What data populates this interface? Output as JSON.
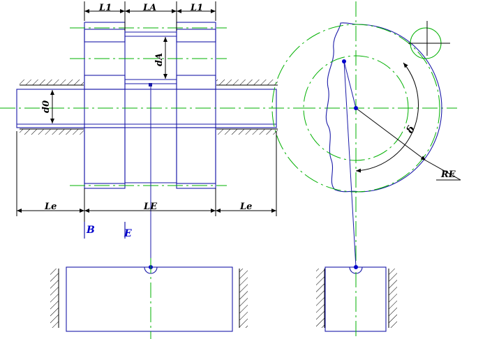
{
  "labels": {
    "L1_top_left": "L1",
    "LA_top": "LA",
    "L1_top_right": "L1",
    "dA": "dA",
    "d0": "d0",
    "Le_left": "Le",
    "LE_middle": "LE",
    "Le_right": "Le",
    "B": "B",
    "E": "E",
    "delta": "δ",
    "RE": "RE"
  },
  "colors": {
    "outline": "#1a1aa8",
    "centerline": "#00b000",
    "dimension": "#000000",
    "marker": "#0000cc"
  }
}
